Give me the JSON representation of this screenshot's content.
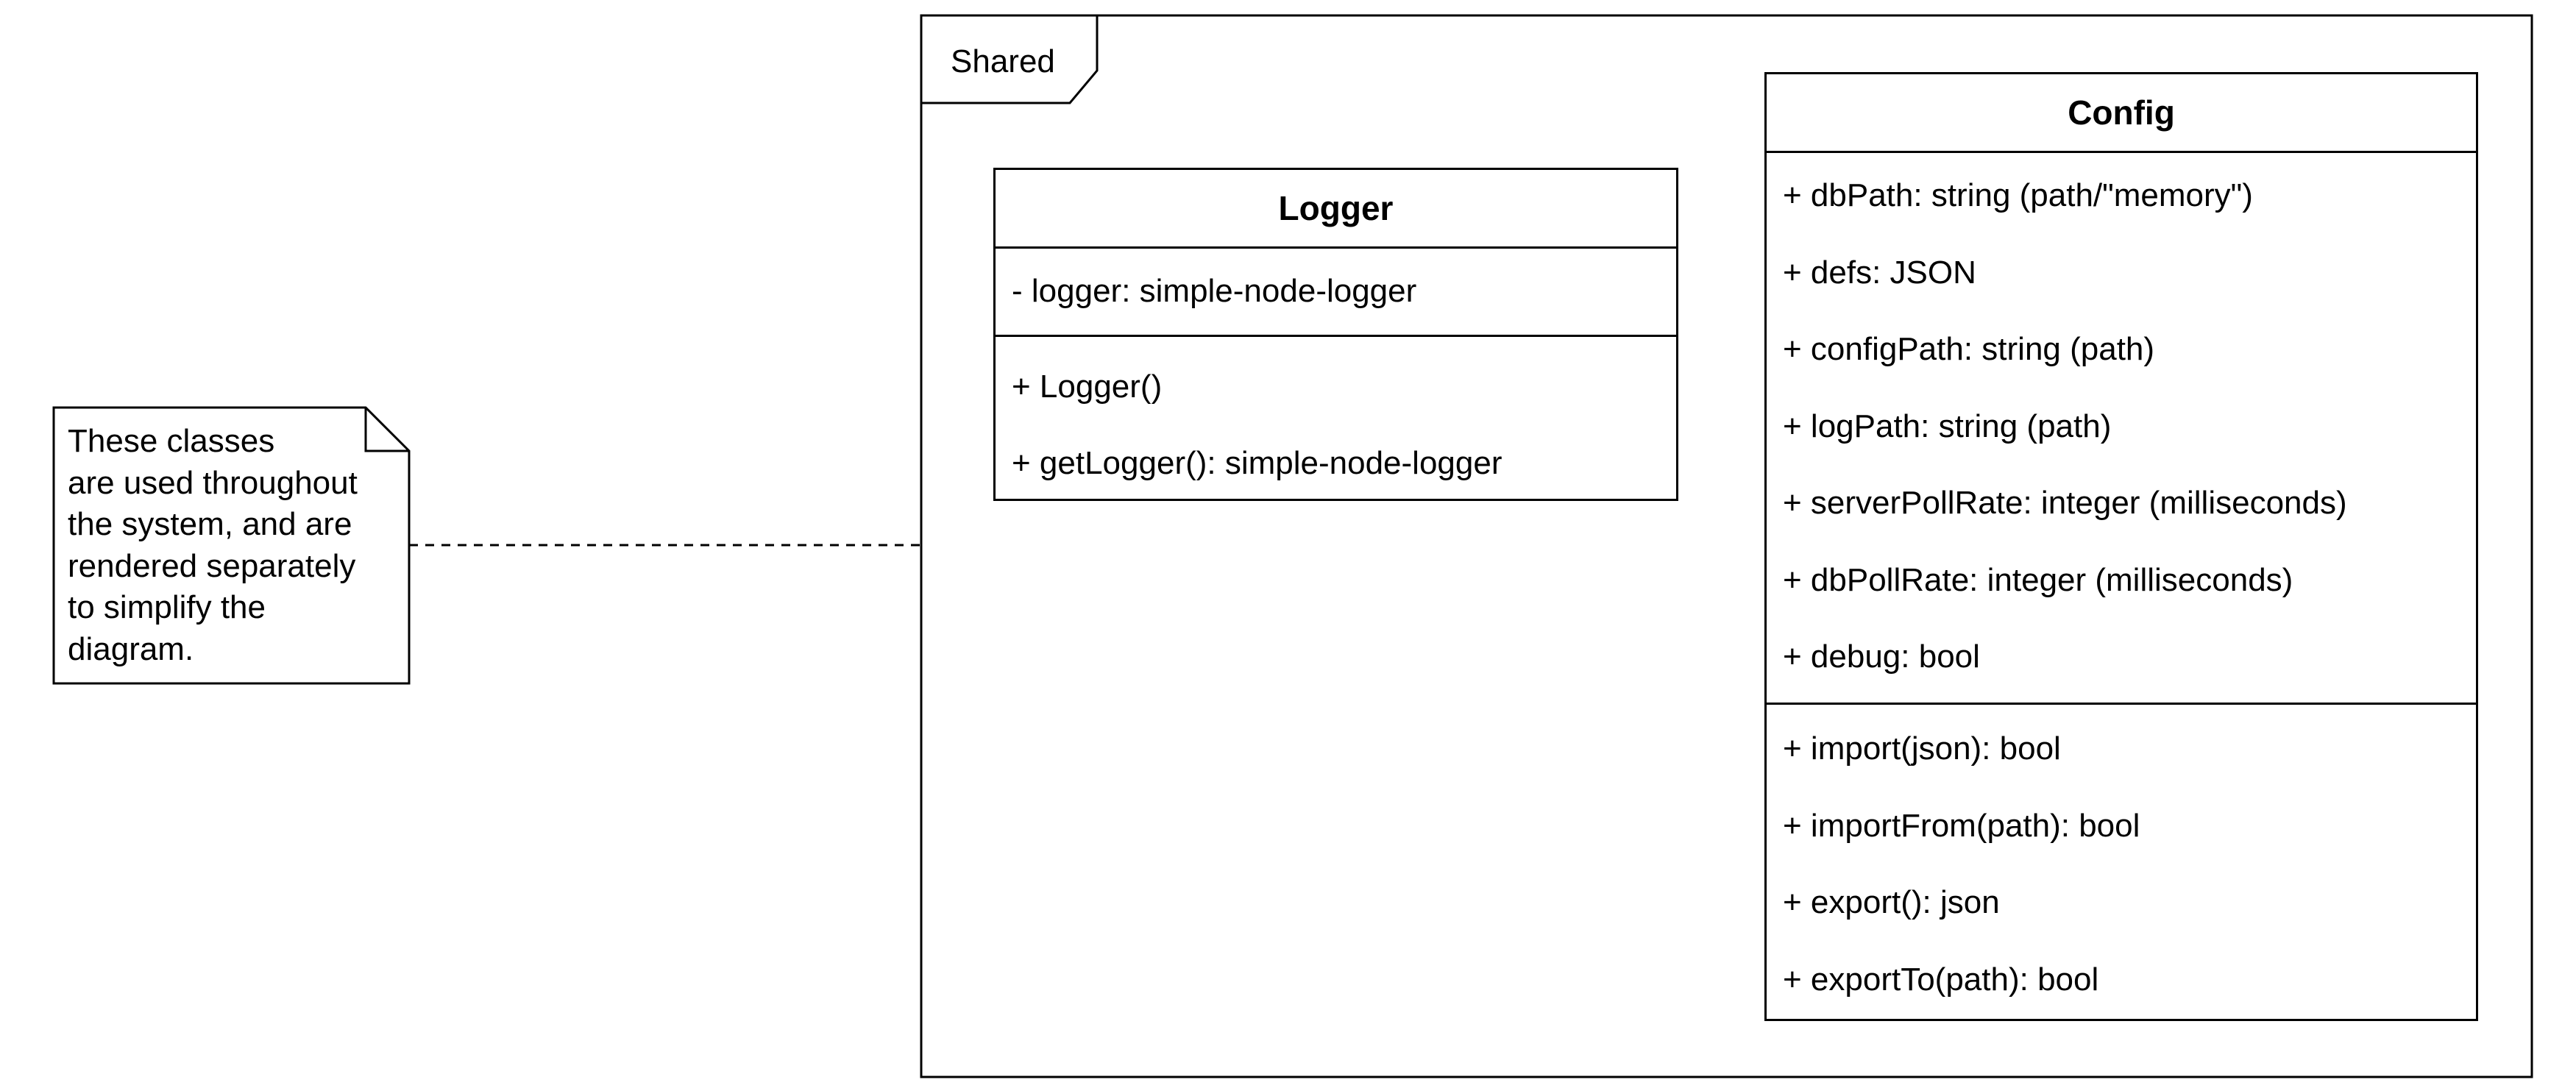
{
  "package": {
    "name": "Shared"
  },
  "classes": {
    "logger": {
      "name": "Logger",
      "attributes": [
        "- logger: simple-node-logger"
      ],
      "operations": [
        "+ Logger()",
        "+ getLogger(): simple-node-logger"
      ]
    },
    "config": {
      "name": "Config",
      "attributes": [
        "+ dbPath: string (path/\"memory\")",
        "+ defs: JSON",
        "+ configPath: string (path)",
        "+ logPath: string (path)",
        "+ serverPollRate: integer (milliseconds)",
        "+ dbPollRate: integer (milliseconds)",
        "+ debug: bool"
      ],
      "operations": [
        "+ import(json): bool",
        "+ importFrom(path): bool",
        "+ export(): json",
        "+ exportTo(path): bool"
      ]
    }
  },
  "note": {
    "text": "These classes\nare used throughout\nthe system, and are\nrendered separately\nto simplify the\ndiagram."
  },
  "colors": {
    "stroke": "#000000",
    "background": "#ffffff"
  }
}
